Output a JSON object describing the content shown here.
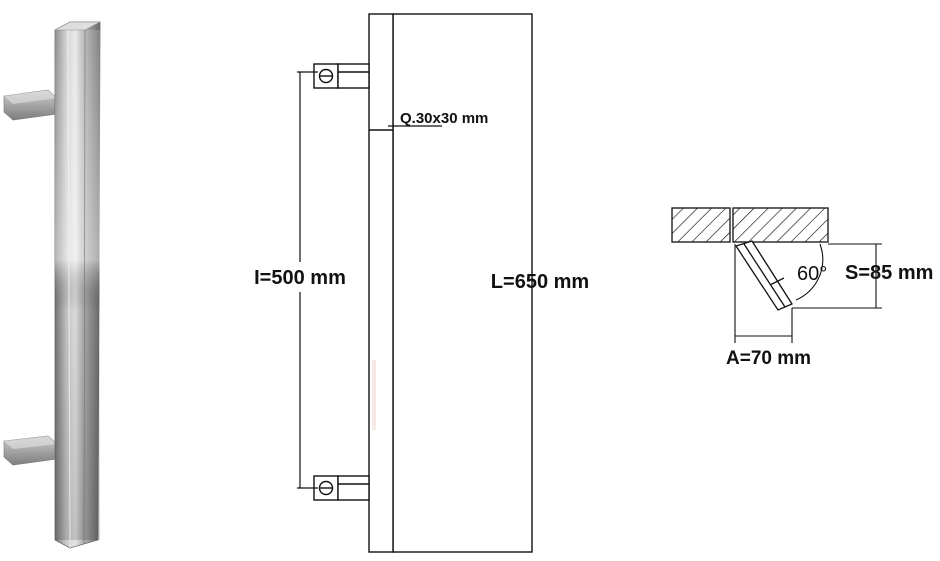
{
  "labels": {
    "square_section": "Q.30x30 mm",
    "center_distance": "I=500 mm",
    "total_length": "L=650 mm",
    "angle": "60°",
    "standoff": "S=85 mm",
    "offset": "A=70 mm"
  },
  "icons": {
    "photo": "handle-photo",
    "mount_hole": "hole-icon"
  },
  "colors": {
    "line": "#111111",
    "metal_light": "#d6d6d6",
    "metal_mid": "#a9a9a9",
    "metal_dark": "#6f6f6f"
  }
}
